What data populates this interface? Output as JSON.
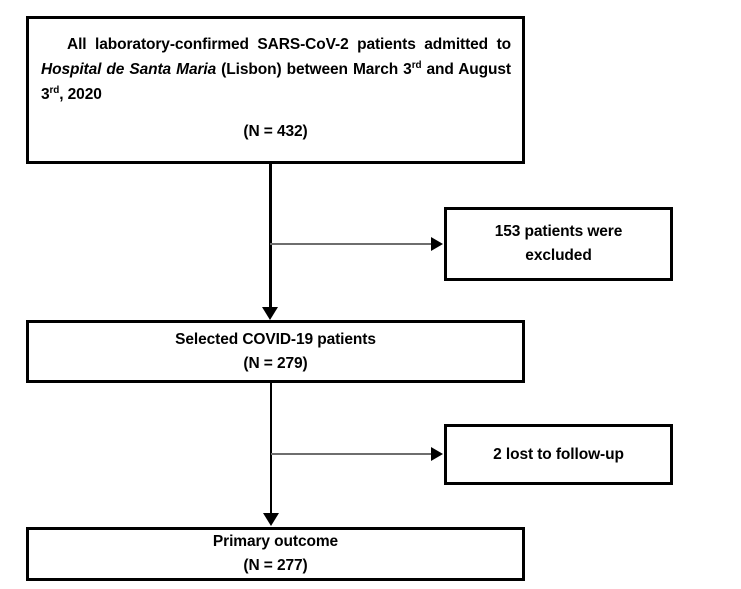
{
  "figure": {
    "type": "flowchart",
    "orientation": "vertical",
    "colors": {
      "box_border": "#000000",
      "background": "#ffffff",
      "text": "#000000",
      "main_connector": "#000000",
      "branch_connector": "#6e6e6e"
    }
  },
  "nodes": {
    "cohort": {
      "line1_a": "All laboratory-confirmed SARS-CoV-2 patients admitted to ",
      "line1_italic": "Hospital de Santa Maria",
      "line1_b": " (Lisbon) between March 3",
      "sup1": "rd",
      "line1_c": " and August 3",
      "sup2": "rd",
      "line1_d": ", 2020",
      "count": "(N = 432)",
      "n_value": 432
    },
    "excluded": {
      "line1": "153 patients were",
      "line2": "excluded",
      "n_value": 153
    },
    "selected": {
      "line1": "Selected COVID-19 patients",
      "line2": "(N = 279)",
      "n_value": 279
    },
    "lost": {
      "line1": "2 lost to follow-up",
      "n_value": 2
    },
    "primary": {
      "line1": "Primary outcome",
      "line2": "(N = 277)",
      "n_value": 277
    }
  }
}
